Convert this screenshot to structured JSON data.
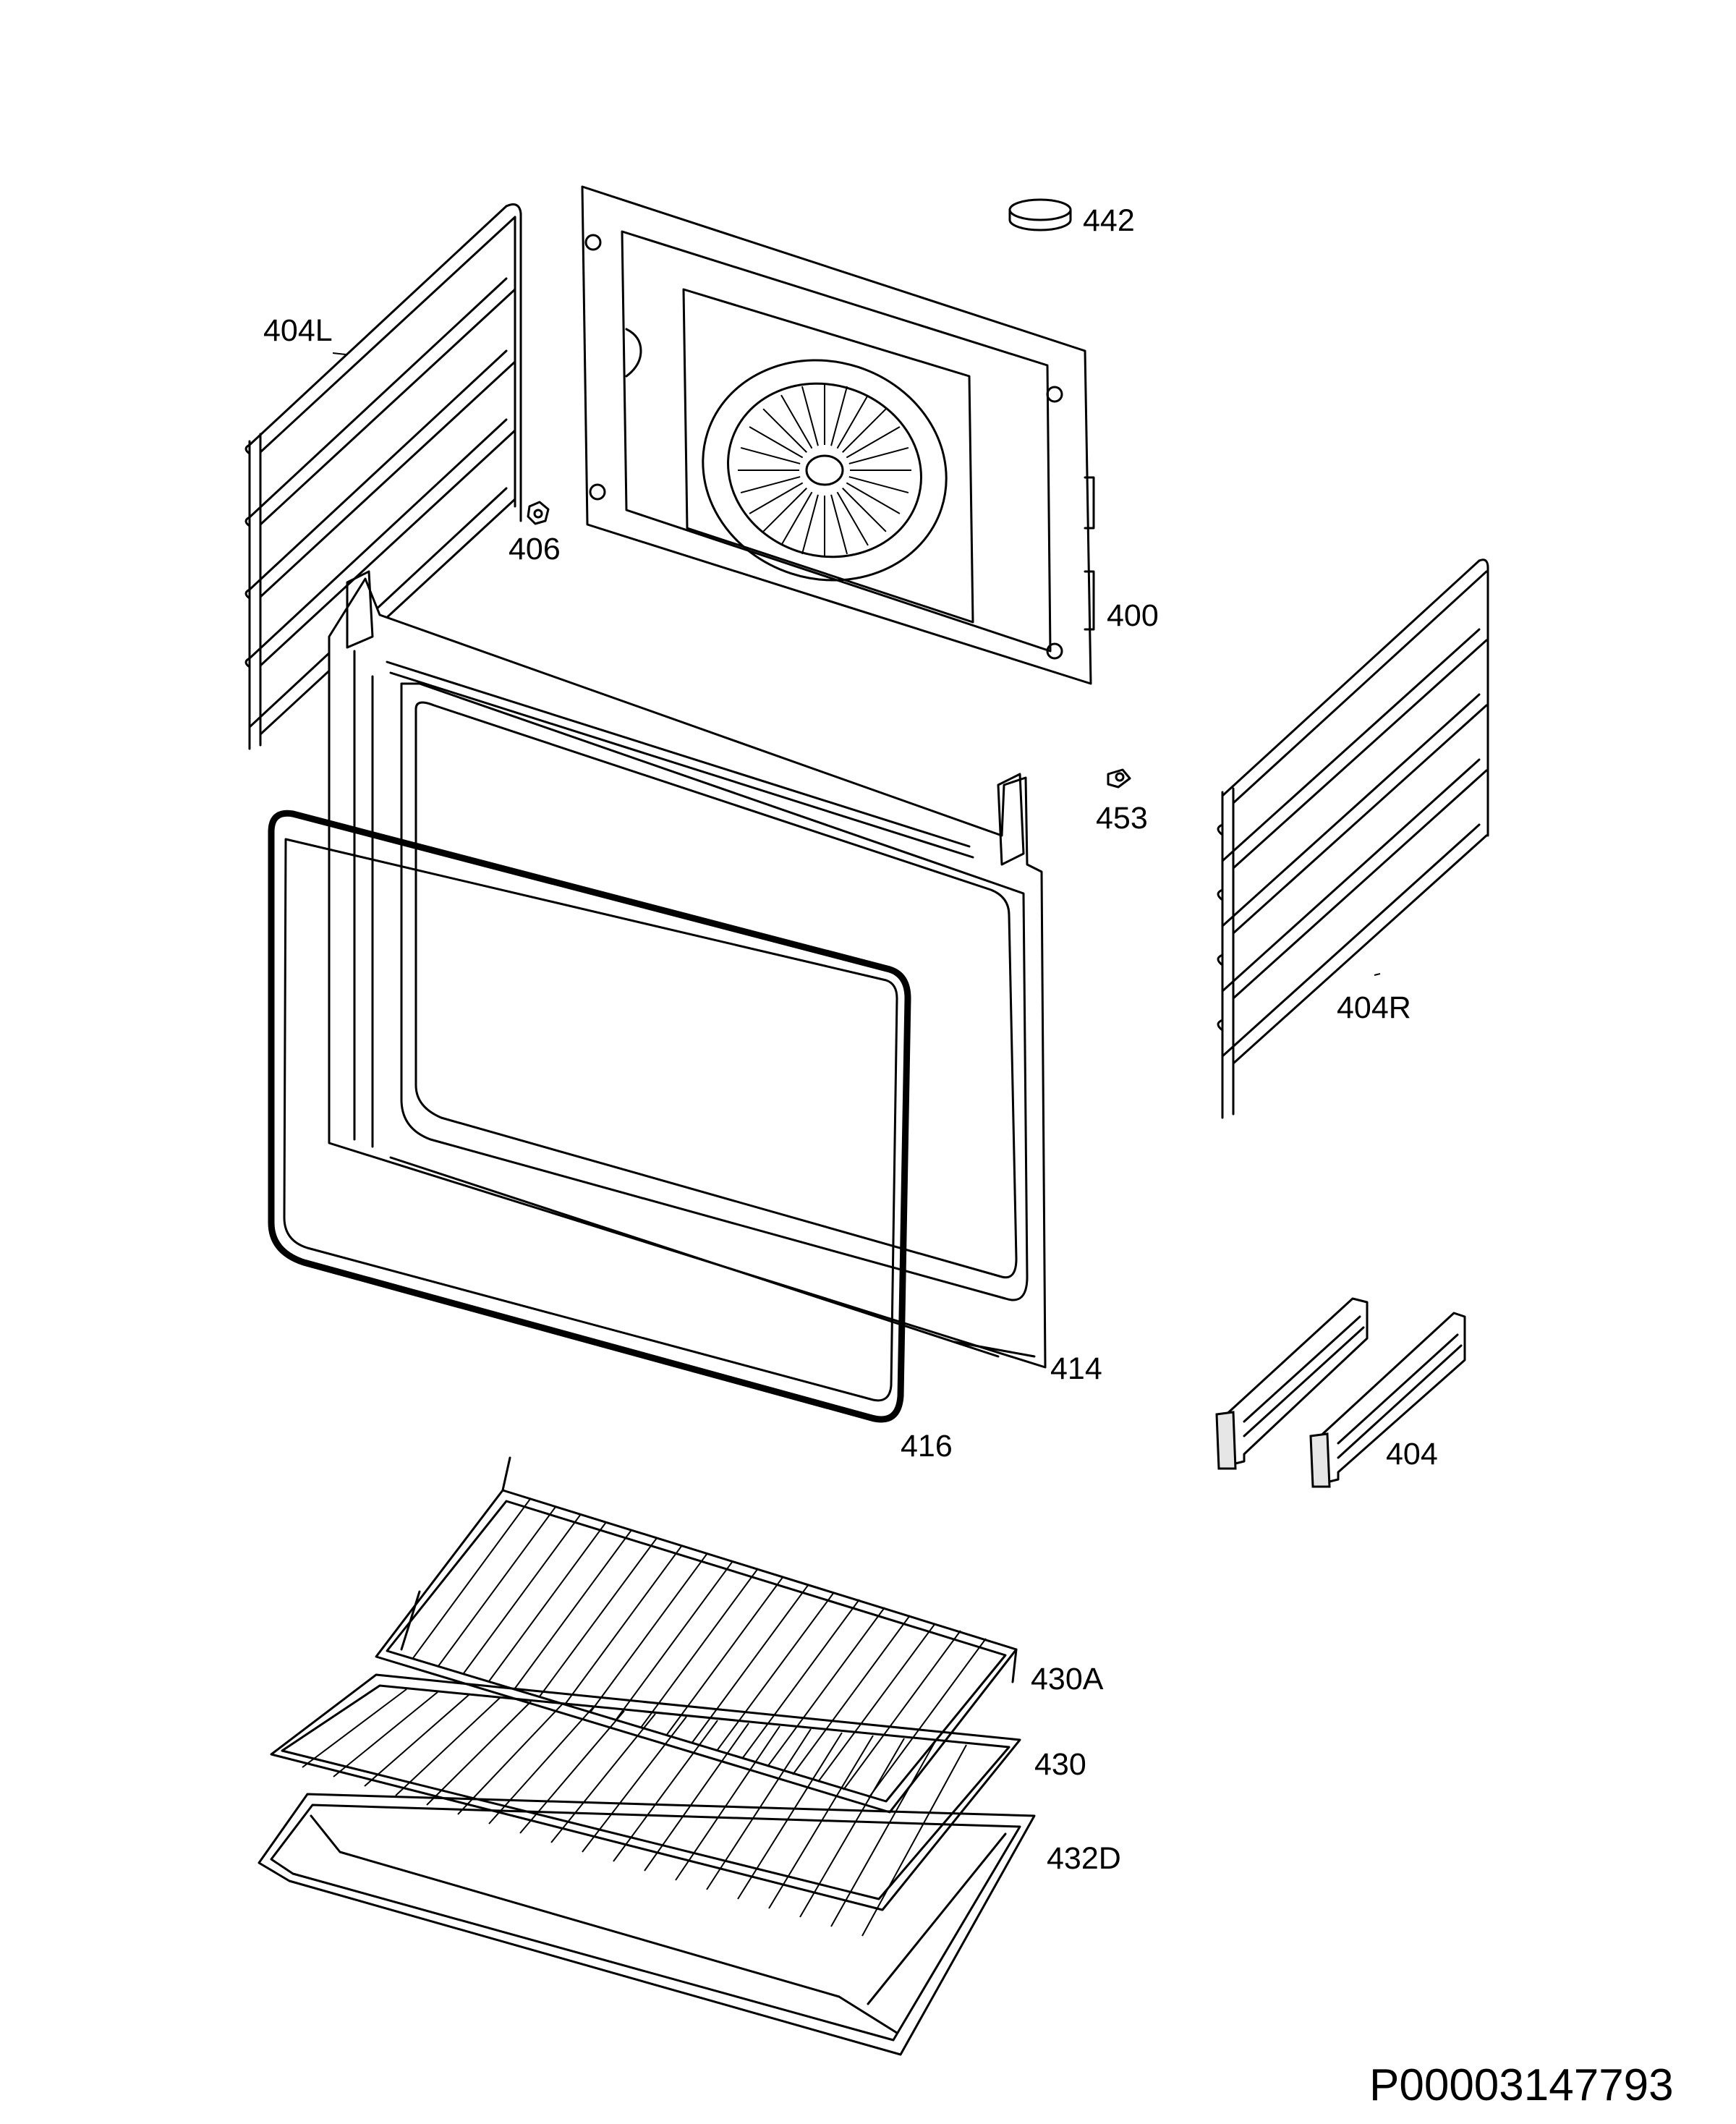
{
  "parts": [
    {
      "id": "part-442",
      "label": "442"
    },
    {
      "id": "part-404L",
      "label": "404L"
    },
    {
      "id": "part-406",
      "label": "406"
    },
    {
      "id": "part-400",
      "label": "400"
    },
    {
      "id": "part-453",
      "label": "453"
    },
    {
      "id": "part-404R",
      "label": "404R"
    },
    {
      "id": "part-414",
      "label": "414"
    },
    {
      "id": "part-416",
      "label": "416"
    },
    {
      "id": "part-404",
      "label": "404"
    },
    {
      "id": "part-430A",
      "label": "430A"
    },
    {
      "id": "part-430",
      "label": "430"
    },
    {
      "id": "part-432D",
      "label": "432D"
    }
  ],
  "document_number": "P00003147793"
}
